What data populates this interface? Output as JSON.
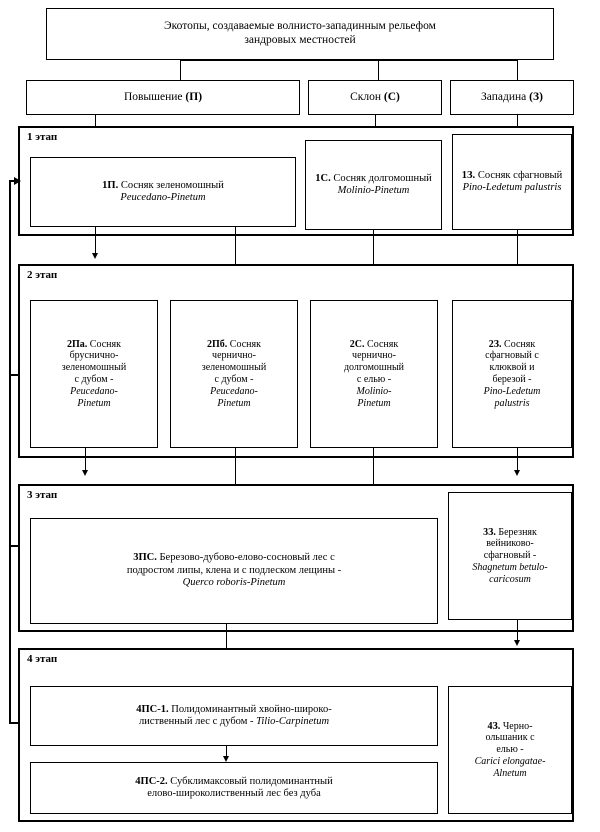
{
  "diagram": {
    "title": "Экотопы, создаваемые волнисто-западинным рельефом зандровых местностей",
    "title_line1": "Экотопы, создаваемые волнисто-западинным рельефом",
    "title_line2": "зандровых местностей",
    "relief_positions": [
      {
        "id": "P",
        "label": "Повышение (П)",
        "label_plain": "Повышение",
        "code": "П"
      },
      {
        "id": "S",
        "label": "Склон (С)",
        "label_plain": "Склон",
        "code": "С"
      },
      {
        "id": "Z",
        "label": "Западина (З)",
        "label_plain": "Западина",
        "code": "З"
      }
    ],
    "stages": [
      {
        "id": "stage1",
        "label": "1 этап",
        "nodes": [
          {
            "code": "1П.",
            "name": "Сосняк зеленомошный",
            "latin": "Peucedano-Pinetum",
            "lines": [
              "1П. Сосняк зеленомошный",
              "Peucedano-Pinetum"
            ]
          },
          {
            "code": "1С.",
            "name": "Сосняк долгомошный",
            "latin": "Molinio-Pinetum",
            "lines": [
              "1С. Сосняк",
              "долгомошный",
              "Molinio-Pinetum"
            ]
          },
          {
            "code": "1З.",
            "name": "Сосняк сфагновый",
            "latin": "Pino-Ledetum palustris",
            "lines": [
              "1З. Сосняк",
              "сфагновый",
              "Pino-Ledetum",
              "palustris"
            ]
          }
        ]
      },
      {
        "id": "stage2",
        "label": "2 этап",
        "nodes": [
          {
            "code": "2Па.",
            "name": "Сосняк бруснично-зеленомошный с дубом -",
            "latin": "Peucedano-Pinetum",
            "lines": [
              "2Па. Сосняк",
              "бруснично-",
              "зеленомошный",
              "с дубом -",
              "Peucedano-",
              "Pinetum"
            ]
          },
          {
            "code": "2Пб.",
            "name": "Сосняк чернично-зеленомошный с дубом -",
            "latin": "Peucedano-Pinetum",
            "lines": [
              "2Пб. Сосняк",
              "чернично-",
              "зеленомошный",
              "с дубом -",
              "Peucedano-",
              "Pinetum"
            ]
          },
          {
            "code": "2С.",
            "name": "Сосняк чернично-долгомошный с елью -",
            "latin": "Molinio-Pinetum",
            "lines": [
              "2С. Сосняк",
              "чернично-",
              "долгомошный",
              "с елью -",
              "Molinio-",
              "Pinetum"
            ]
          },
          {
            "code": "2З.",
            "name": "Сосняк сфагновый с клюквой и березой -",
            "latin": "Pino-Ledetum palustris",
            "lines": [
              "2З. Сосняк",
              "сфагновый с",
              "клюквой и",
              "березой -",
              "Pino-Ledetum",
              "palustris"
            ]
          }
        ]
      },
      {
        "id": "stage3",
        "label": "3 этап",
        "nodes": [
          {
            "code": "3ПС.",
            "name": "Березово-дубово-елово-сосновый лес с подростом липы, клена и с подлеском лещины -",
            "latin": "Querco roboris-Pinetum",
            "lines": [
              "3ПС. Березово-дубово-елово-сосновый лес с",
              "подростом липы, клена и с подлеском лещины -",
              "Querco roboris-Pinetum"
            ]
          },
          {
            "code": "3З.",
            "name": "Березняк вейниково-сфагновый -",
            "latin": "Shagnetum betulo-caricosum",
            "lines": [
              "3З. Березняк",
              "вейниково-",
              "сфагновый -",
              "Shagnetum betulo-",
              "caricosum"
            ]
          }
        ]
      },
      {
        "id": "stage4",
        "label": "4 этап",
        "nodes": [
          {
            "code": "4ПС-1.",
            "name": "Полидоминантный хвойно-широко-лиственный лес с дубом -",
            "latin": "Tilio-Carpinetum",
            "lines": [
              "4ПС-1. Полидоминантный хвойно-широко-",
              "лиственный лес с дубом - Tilio-Carpinetum"
            ]
          },
          {
            "code": "4ПС-2.",
            "name": "Субклимаксовый полидоминантный елово-широколиственный лес без дуба",
            "latin": "",
            "lines": [
              "4ПС-2. Субклимаксовый полидоминантный",
              "елово-широколиственный лес без дуба"
            ]
          },
          {
            "code": "4З.",
            "name": "Черно-ольшаник с елью -",
            "latin": "Carici elongatae-Alnetum",
            "lines": [
              "4З. Черно-",
              "ольшаник с",
              "елью -",
              "Carici elongatae-",
              "Alnetum"
            ]
          }
        ]
      }
    ],
    "colors": {
      "line": "#000000",
      "background": "#ffffff",
      "text": "#000000"
    }
  }
}
